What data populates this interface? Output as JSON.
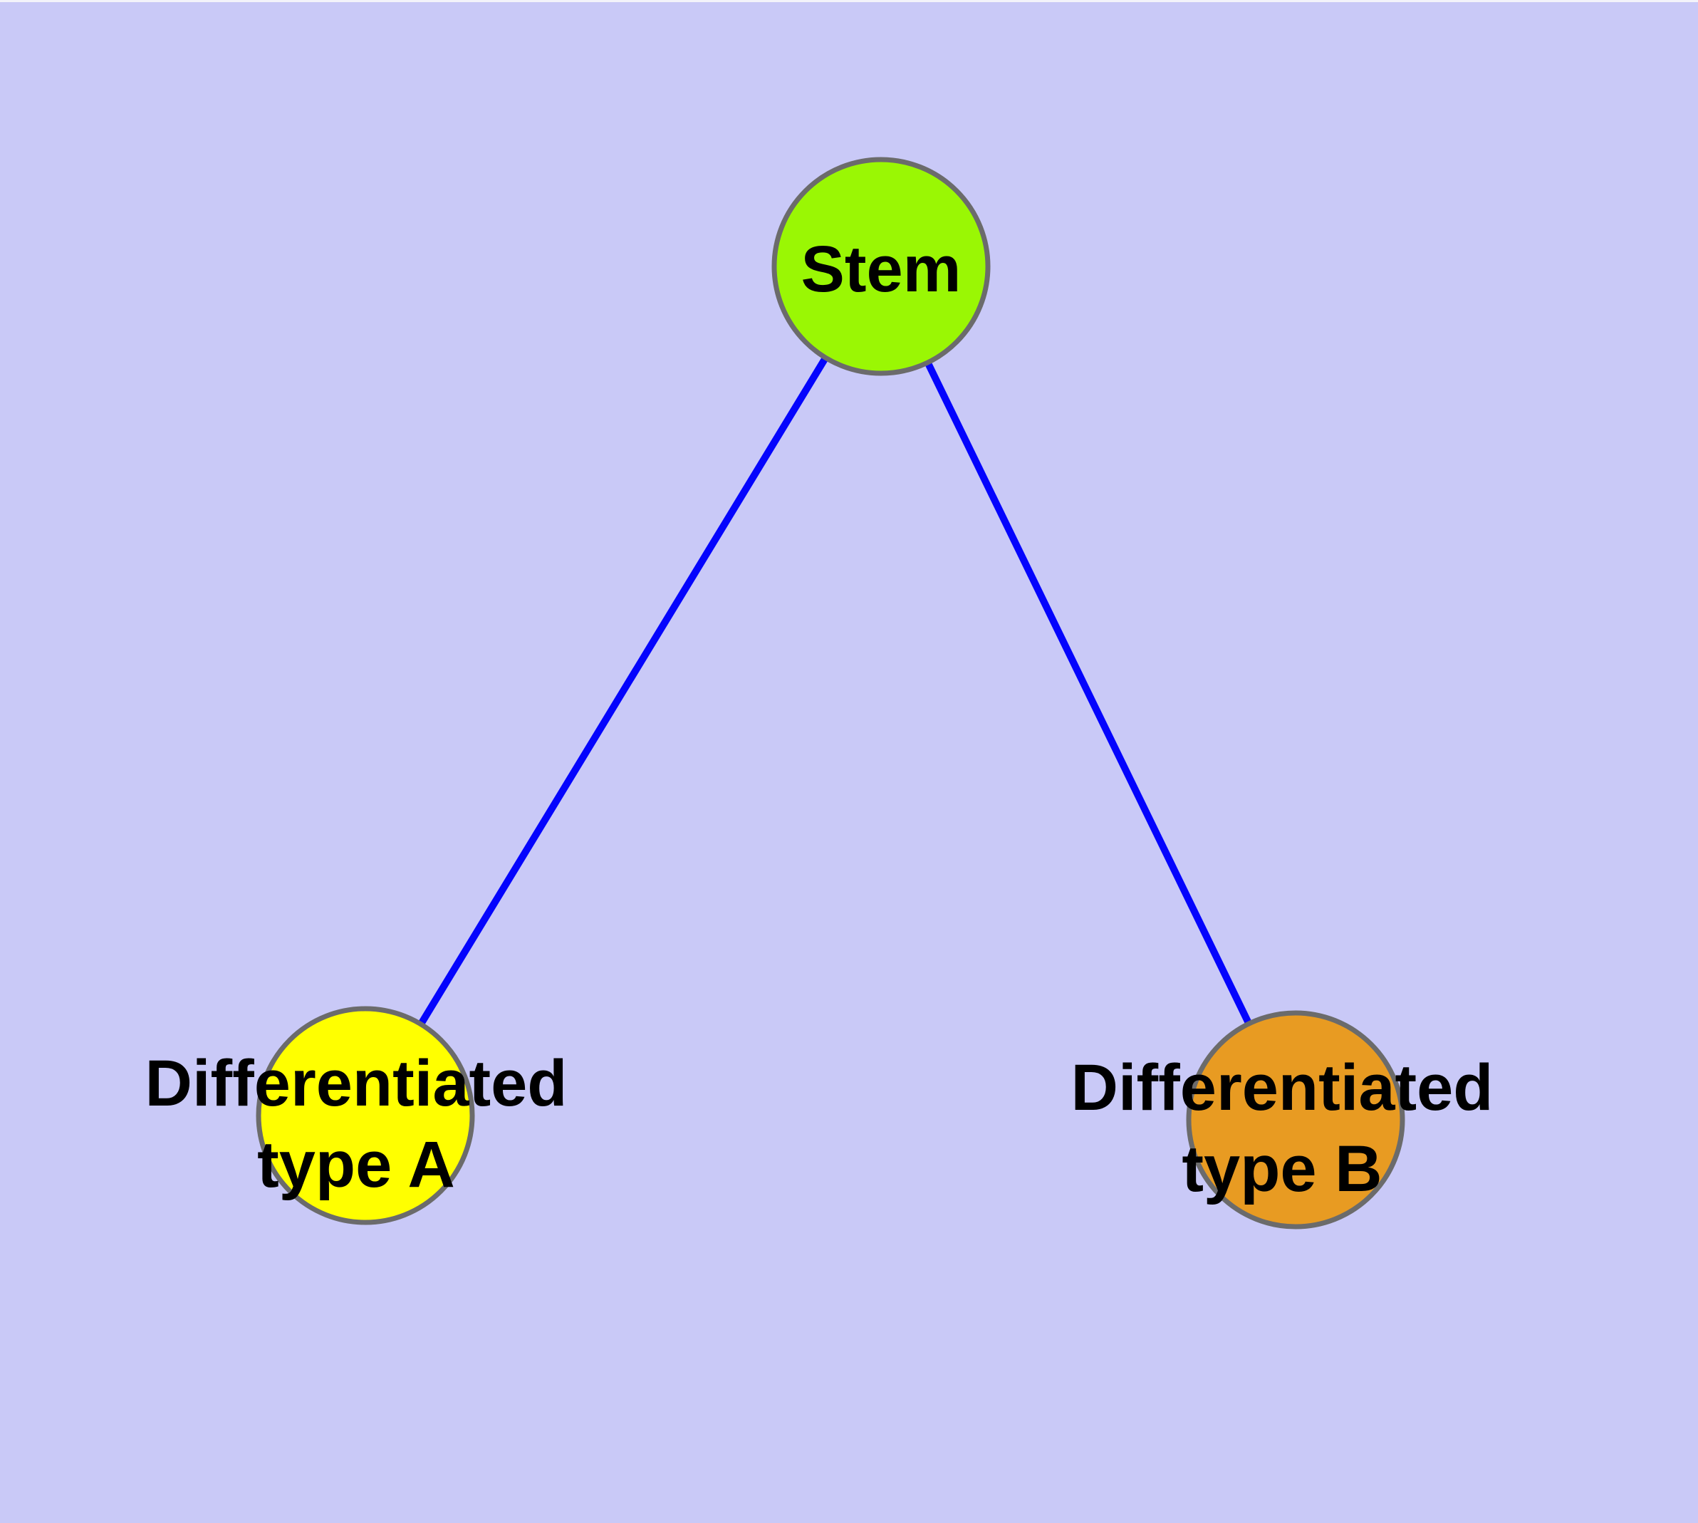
{
  "diagram": {
    "title": "",
    "background_color": "#C9C9F7",
    "top_strip_color": "#F3F3FA",
    "edge_color": "#0404FD",
    "node_border_color": "#6B6B6B",
    "label_color": "#000000",
    "nodes": [
      {
        "id": "stem",
        "label": "Stem",
        "fill": "#9AF704"
      },
      {
        "id": "typeA",
        "label_line1": "Differentiated",
        "label_line2": "type A",
        "fill": "#FFFF00"
      },
      {
        "id": "typeB",
        "label_line1": "Differentiated",
        "label_line2": "type B",
        "fill": "#E89B22"
      }
    ],
    "edges": [
      {
        "from": "Stem",
        "to": "Differentiated type A"
      },
      {
        "from": "Stem",
        "to": "Differentiated type B"
      }
    ]
  }
}
